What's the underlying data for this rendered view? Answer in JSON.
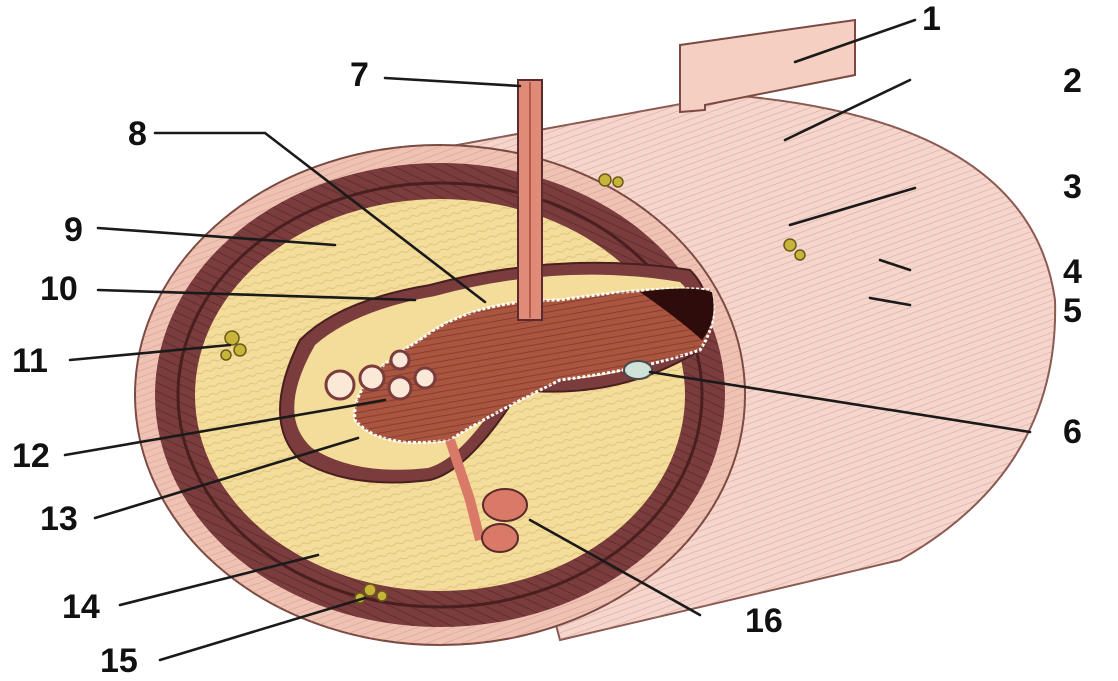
{
  "labels": {
    "l1": "1",
    "l2": "2",
    "l3": "3",
    "l4": "4",
    "l5": "5",
    "l6": "6",
    "l7": "7",
    "l8": "8",
    "l9": "9",
    "l10": "10",
    "l11": "11",
    "l12": "12",
    "l13": "13",
    "l14": "14",
    "l15": "15",
    "l16": "16"
  },
  "colors": {
    "serosa": "#f0c6b8",
    "muscle_outer": "#7a3c3c",
    "muscle_dark": "#5a2a2c",
    "submucosa": "#f4dd9a",
    "mucosa": "#a9553f",
    "lumen": "#4a1a1a",
    "fat": "#c9b43a",
    "vessel": "#d97a68",
    "outer_surface": "#f6d6cc"
  }
}
